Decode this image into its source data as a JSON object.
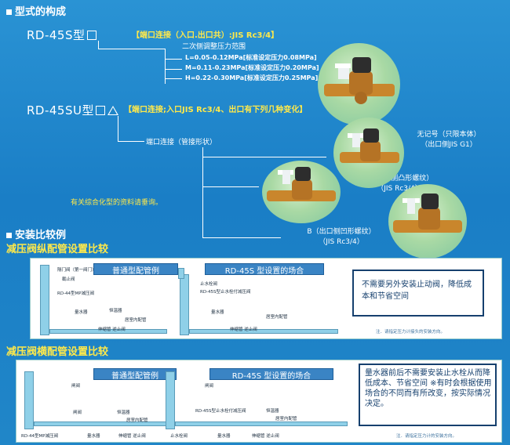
{
  "section1": {
    "title": "型式的构成"
  },
  "model1": {
    "name": "RD-45S型",
    "desc": "【端口连接（入口.出口共）:JIS Rc3/4】"
  },
  "pressure": {
    "heading": "二次侧调整压力范围",
    "items": [
      "L=0.05-0.12MPa[标准设定压力0.08MPa]",
      "M=0.11-0.23MPa[标准设定压力0.20MPa]",
      "H=0.22-0.30MPa[标准设定压力0.25MPa]"
    ]
  },
  "model2": {
    "name": "RD-45SU型",
    "desc": "【端口连接;入口JIS Rc3/4、出口有下列几种变化】"
  },
  "connection": {
    "heading": "端口连接（管接形状）"
  },
  "variants": [
    {
      "label": "无记号（只限本体）",
      "sub": "（出口侧JIS G1）"
    },
    {
      "label": "P（出口侧凸形螺纹）",
      "sub": "（JIS Rc3/4）"
    },
    {
      "label": "B（出口侧凹形螺纹）",
      "sub": "（JIS Rc3/4）"
    }
  ],
  "composite_note": "有关综合化型的资料请垂询。",
  "section2": {
    "title": "安装比较例",
    "sub": "减压阀纵配管设置比较"
  },
  "panel1": {
    "left_header": "普通型配管例",
    "right_header": "RD-45S 型设置的场合",
    "benefit": "不需要另外安装止动阀，降低成本和节省空间",
    "note": "注．请指定压力计接头的安装方向。",
    "labels": [
      "隔门阀（第一阀门）",
      "截止阀",
      "RD-44型MP减压阀",
      "量水器",
      "恒温器",
      "居室内配管",
      "伸缩管 逆止阀",
      "止水栓阀",
      "RD-45S型止水栓付减压阀",
      "量水器",
      "居室内配管",
      "伸缩管 逆止阀"
    ]
  },
  "section3": {
    "title": "减压阀横配管设置比较"
  },
  "panel2": {
    "left_header": "普通型配管例",
    "right_header": "RD-45S 型设置的场合",
    "benefit": "量水器前后不需要安装止水栓从而降低成本、节省空间 ※有时会根据使用场合的不同而有所改变，按实际情况决定。",
    "note": "注．请指定压力计的安装方向。",
    "labels": [
      "闸阀",
      "闸阀",
      "恒温器",
      "居室内配管",
      "RD-44型MP减压阀",
      "量水器",
      "伸缩管 逆止阀",
      "闸阀",
      "RD-45S型止水栓付减压阀",
      "恒温器",
      "居室内配管",
      "止水栓阀",
      "量水器",
      "伸缩管 逆止阀"
    ]
  },
  "colors": {
    "background": "#1e86c9",
    "accent_yellow": "#ffe94a",
    "panel_header": "#3a84c4",
    "panel_text": "#16406e"
  }
}
